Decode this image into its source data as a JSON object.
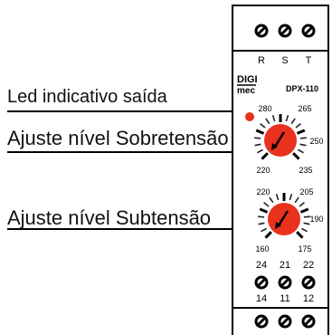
{
  "callouts": {
    "led_output": "Led indicativo saída",
    "overvoltage_adjust": "Ajuste nível Sobretensão",
    "undervoltage_adjust": "Ajuste nível Subtensão"
  },
  "device": {
    "brand_top": "DIGI",
    "brand_bottom": "mec",
    "model": "DPX-110",
    "phase_labels": [
      "R",
      "S",
      "T"
    ],
    "contact_labels_top": [
      "24",
      "21",
      "22"
    ],
    "contact_labels_bottom": [
      "14",
      "11",
      "12"
    ],
    "over_dial_scale": [
      "280",
      "265",
      "250",
      "235",
      "220"
    ],
    "under_dial_scale": [
      "220",
      "205",
      "190",
      "175",
      "160"
    ]
  },
  "colors": {
    "knob": "#e8321e",
    "led": "#e8321e",
    "outline": "#000000"
  }
}
